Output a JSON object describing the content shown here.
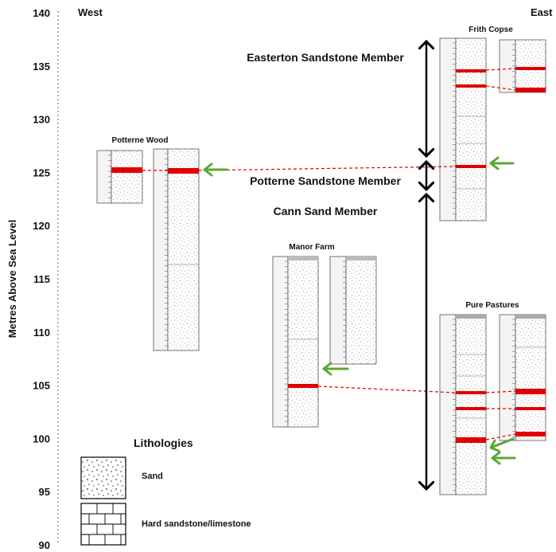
{
  "axis": {
    "title": "Metres Above Sea Level",
    "ticks": [
      "140",
      "135",
      "130",
      "125",
      "120",
      "115",
      "110",
      "105",
      "100",
      "95",
      "90"
    ],
    "min": 90,
    "max": 140
  },
  "directions": {
    "west": "West",
    "east": "East"
  },
  "sections": {
    "potterne_wood": "Potterne Wood",
    "manor_farm": "Manor Farm",
    "frith_copse": "Frith Copse",
    "pure_pastures": "Pure Pastures"
  },
  "members": {
    "easterton": "Easterton Sandstone Member",
    "potterne": "Potterne Sandstone Member",
    "cann": "Cann Sand Member"
  },
  "lithologies": {
    "title": "Lithologies",
    "sand": "Sand",
    "hard": "Hard sandstone/limestone"
  },
  "colors": {
    "correlation_bed": "#e00000",
    "marker_arrow": "#5aa832",
    "member_arrow": "#000000"
  }
}
